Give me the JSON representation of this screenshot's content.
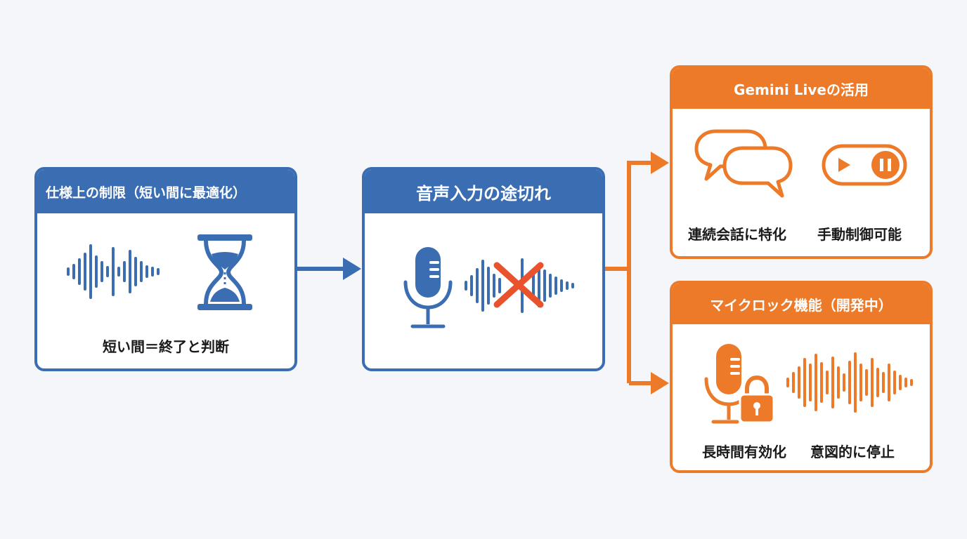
{
  "colors": {
    "blue": "#3b6db3",
    "orange": "#ec7a28",
    "cross": "#e8532e",
    "background": "#f4f6f9"
  },
  "limit_box": {
    "title": "仕様上の制限（短い間に最適化）",
    "caption": "短い間＝終了と判断",
    "icons": [
      "waveform-icon",
      "hourglass-icon"
    ]
  },
  "cutoff_box": {
    "title": "音声入力の途切れ",
    "icons": [
      "microphone-icon",
      "broken-waveform-icon",
      "cross-icon"
    ]
  },
  "gemini_box": {
    "title": "Gemini Liveの活用",
    "caption_left": "連続会話に特化",
    "caption_right": "手動制御可能",
    "icons": [
      "chat-bubbles-icon",
      "play-pause-toggle-icon"
    ]
  },
  "miclock_box": {
    "title": "マイクロック機能（開発中）",
    "caption_left": "長時間有効化",
    "caption_right": "意図的に停止",
    "icons": [
      "microphone-lock-icon",
      "waveform-icon"
    ]
  }
}
